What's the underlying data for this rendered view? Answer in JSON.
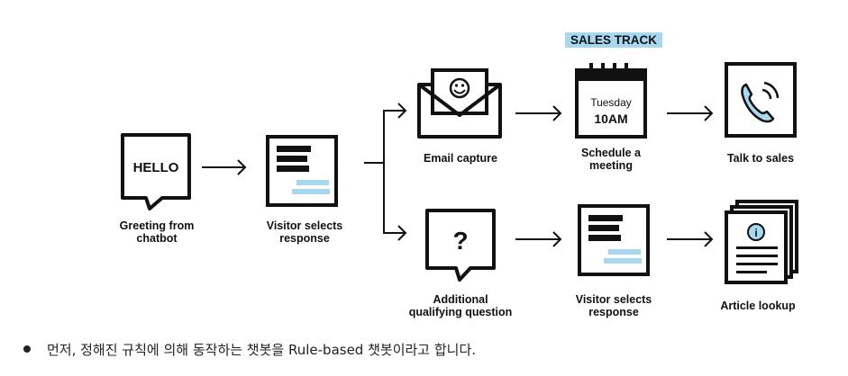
{
  "sales_track_tag": "SALES TRACK",
  "nodes": {
    "greeting": {
      "icon_text": "HELLO",
      "label": "Greeting from\nchatbot"
    },
    "visitor_selects_1": {
      "label": "Visitor selects\nresponse"
    },
    "email_capture": {
      "label": "Email capture"
    },
    "schedule": {
      "day": "Tuesday",
      "time": "10AM",
      "label": "Schedule a\nmeeting"
    },
    "talk_to_sales": {
      "label": "Talk to sales"
    },
    "additional_question": {
      "icon_text": "?",
      "label": "Additional\nqualifying question"
    },
    "visitor_selects_2": {
      "label": "Visitor selects\nresponse"
    },
    "article_lookup": {
      "icon_text": "i",
      "label": "Article lookup"
    }
  },
  "caption": "먼저, 정해진 규칙에 의해 동작하는 챗봇을 Rule-based 챗봇이라고 합니다.",
  "colors": {
    "ink": "#111111",
    "accent": "#a8d8f0"
  }
}
